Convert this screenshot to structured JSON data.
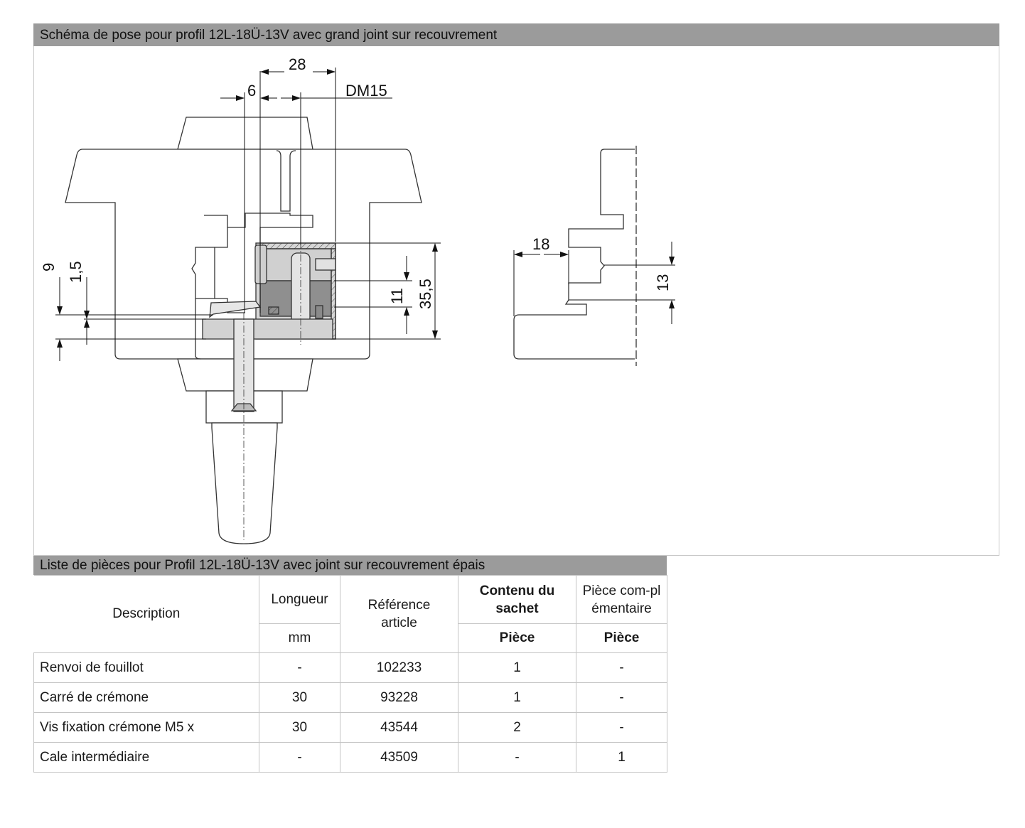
{
  "diagram": {
    "title": "Schéma de pose pour profil 12L-18Ü-13V avec grand joint sur recouvrement",
    "dimensions": {
      "d28": "28",
      "d6": "6",
      "dm15": "DM15",
      "d9": "9",
      "d1_5": "1,5",
      "d11": "11",
      "d35_5": "35,5",
      "d18": "18",
      "d13": "13"
    }
  },
  "parts": {
    "title": "Liste de pièces pour Profil 12L-18Ü-13V avec joint sur recouvrement épais",
    "headers": {
      "description": "Description",
      "length": "Longueur",
      "length_unit": "mm",
      "reference": "Référence article",
      "bag_contents": "Contenu du sachet",
      "bag_unit": "Pièce",
      "complementary": "Pièce com-plémentaire",
      "complementary_unit": "Pièce"
    },
    "rows": [
      {
        "description": "Renvoi de fouillot",
        "length": "-",
        "reference": "102233",
        "bag": "1",
        "complementary": "-"
      },
      {
        "description": "Carré de crémone",
        "length": "30",
        "reference": "93228",
        "bag": "1",
        "complementary": "-"
      },
      {
        "description": "Vis fixation crémone M5 x",
        "length": "30",
        "reference": "43544",
        "bag": "2",
        "complementary": "-"
      },
      {
        "description": "Cale intermédiaire",
        "length": "-",
        "reference": "43509",
        "bag": "-",
        "complementary": "1"
      }
    ]
  }
}
